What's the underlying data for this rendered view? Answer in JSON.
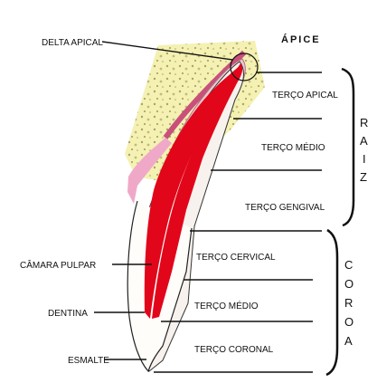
{
  "diagram": {
    "top_label": "ÁPICE",
    "left_labels": {
      "delta_apical": "DELTA APICAL",
      "camara_pulpar": "CÂMARA PULPAR",
      "dentina": "DENTINA",
      "esmalte": "ESMALTE"
    },
    "root_thirds": [
      "TERÇO APICAL",
      "TERÇO MÉDIO",
      "TERÇO GENGIVAL"
    ],
    "crown_thirds": [
      "TERÇO CERVICAL",
      "TERÇO MÉDIO",
      "TERÇO CORONAL"
    ],
    "side_raiz": [
      "R",
      "A",
      "I",
      "Z"
    ],
    "side_coroa": [
      "C",
      "O",
      "R",
      "O",
      "A"
    ]
  }
}
